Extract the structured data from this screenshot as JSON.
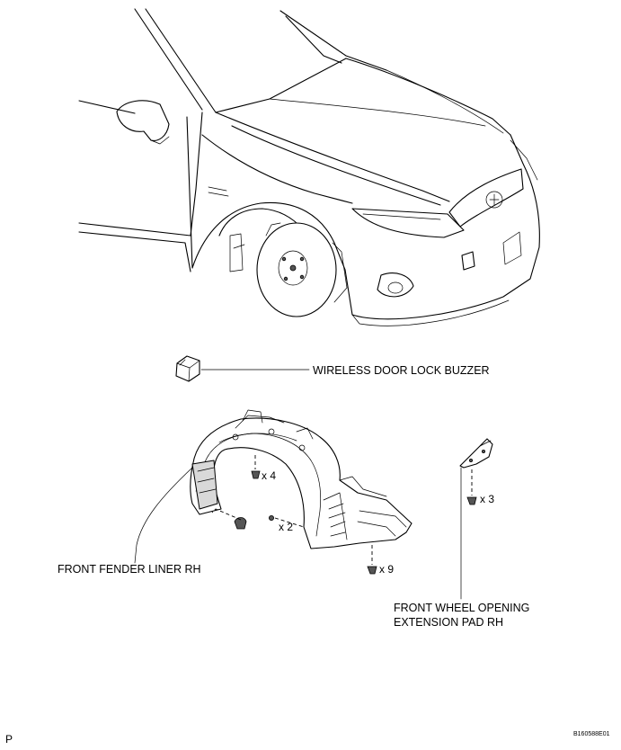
{
  "labels": {
    "buzzer": "WIRELESS DOOR LOCK BUZZER",
    "fender_liner": "FRONT FENDER LINER RH",
    "extension_pad_line1": "FRONT WHEEL OPENING",
    "extension_pad_line2": "EXTENSION PAD RH"
  },
  "quantities": {
    "liner_upper_screw": "x 4",
    "liner_clip": "x 2",
    "liner_lower_screw": "x 9",
    "pad_screw": "x 3"
  },
  "footer": {
    "corner_mark": "P",
    "figure_id": "B160588E01"
  }
}
